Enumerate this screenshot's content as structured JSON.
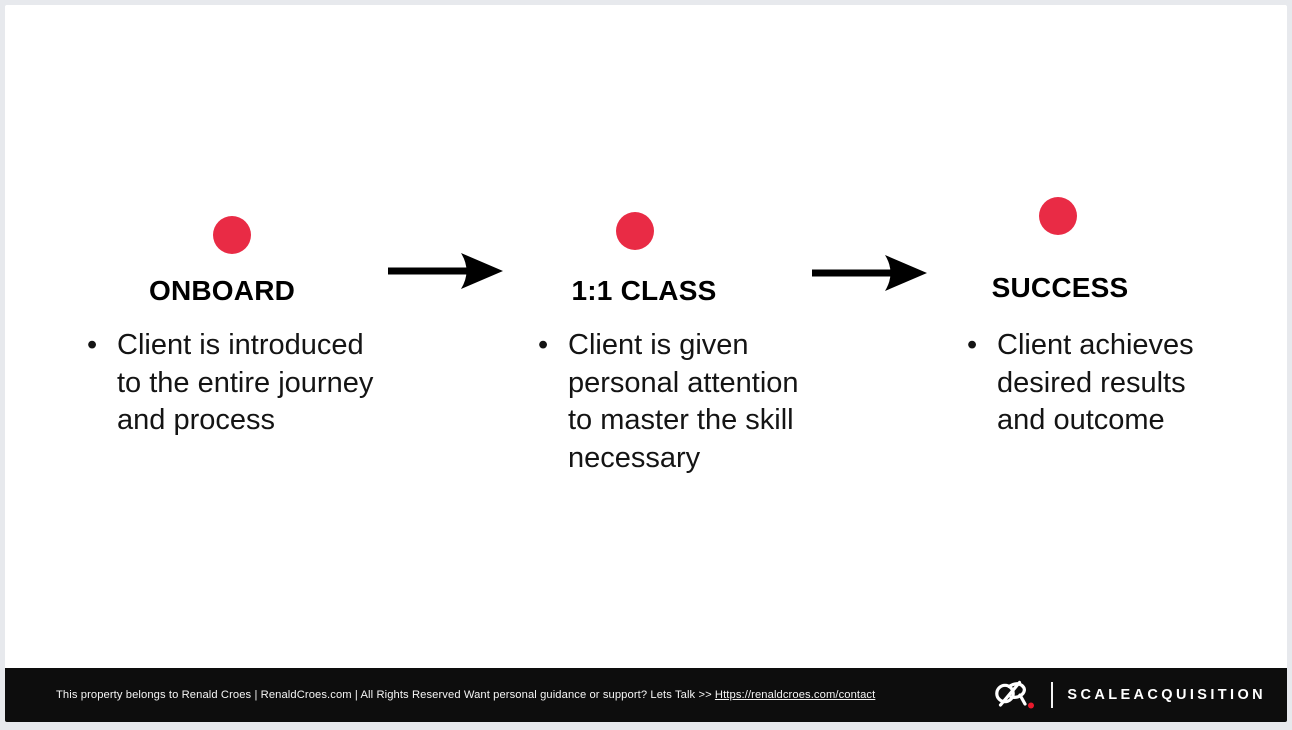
{
  "slide": {
    "bullet_char": "•",
    "dot_color": "#e92b45",
    "text_color": "#141414",
    "steps": [
      {
        "title": "ONBOARD",
        "bullet_lines": [
          "Client is introduced",
          "to the entire journey",
          "and process"
        ]
      },
      {
        "title": "1:1 CLASS",
        "bullet_lines": [
          "Client is given",
          "personal attention",
          "to master the skill",
          "necessary"
        ]
      },
      {
        "title": "SUCCESS",
        "bullet_lines": [
          "Client achieves",
          "desired results",
          "and outcome"
        ]
      }
    ],
    "arrow_color": "#000000"
  },
  "footer": {
    "bar_color": "#0d0d0d",
    "copy_prefix": "This property belongs to Renald Croes | RenaldCroes.com | All Rights Reserved Want personal guidance or support? Lets Talk >> ",
    "contact_link": "Https://renaldcroes.com/contact",
    "logo_icon": "cr-monogram",
    "logo_dot_color": "#e8192c",
    "brand_name": "SCALEACQUISITION"
  }
}
